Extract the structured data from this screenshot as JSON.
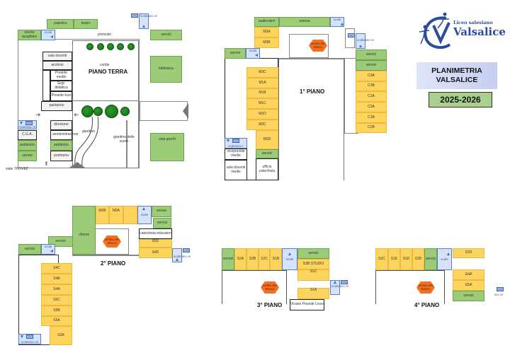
{
  "title": {
    "line1": "PLANIMETRIA",
    "line2": "VALSALICE",
    "year": "2025-2026",
    "logo_small": "Liceo salesiano",
    "logo_big": "Valsalice"
  },
  "colors": {
    "room_green": "#9ccc78",
    "room_yellow": "#fdd55e",
    "stairs_blue": "#d6e2f5",
    "tomb_orange": "#f47020",
    "title_box": "#c6cff0",
    "year_box": "#a9d08e"
  },
  "ground_floor": {
    "title": "PIANO TERRA",
    "courtyard": "cortile",
    "porticato": "porticato",
    "palestra": "palestra",
    "teatro": "teatro",
    "servizi_spogliatoi": "servizi spogliatoi",
    "scale": "scale",
    "scale_asc_top": "scale/asc.re",
    "servizi_right": "servizi",
    "biblioteca": "biblioteca",
    "sala_docenti": "sala docenti",
    "archivio": "archivio",
    "preside_medie": "Preside medie",
    "segr_didattica": "Segr. didattica",
    "preside_licei": "Preside licei",
    "parlatorio_top": "parlatorio",
    "scale_asc_left": "scale/asc.re",
    "cga": "C.G.A.",
    "parlatorio_left": "parlatorio",
    "servizi_left": "servizi",
    "direzione": "direzione",
    "amministrazione": "amministrazione",
    "parlatorio_mid": "parlatorio",
    "portineria": "portineria",
    "giardino": "giardino",
    "giardino_suore": "giardino delle suore",
    "sala_giochi": "sala giochi",
    "viale": "viale THOVEZ"
  },
  "first_floor": {
    "title": "1° PIANO",
    "audiovisivi": "audiovisivi",
    "mensa": "mensa",
    "scale_top": "scale",
    "m3a": "M3A",
    "m3b": "M3B",
    "tomba": "tomba don Bosco",
    "scale_asc": "scale/asc.re",
    "servizi_left": "servizi",
    "scale_left": "scale",
    "servizi_r1": "servizi",
    "servizi_r2": "servizi",
    "left_classes": [
      "M3C",
      "M1A",
      "M1B",
      "M1C",
      "M1D",
      "M2C"
    ],
    "m2d": "M2D",
    "servizi_bottom": "servizi",
    "ufficio_catechista": "ufficio catechista",
    "scale_asc_left": "scale/asc.r",
    "vicepreside_medie": "vicepreside medie",
    "sala_docenti_medie": "sala docenti medie",
    "right_classes": [
      "C3A",
      "C3B",
      "C1A",
      "C2A",
      "C1B",
      "C2B"
    ]
  },
  "second_floor": {
    "title": "2° PIANO",
    "servizi_left": "servizi",
    "scale_left": "scale",
    "servizi_mid": "servizi",
    "chiesa": "chiesa",
    "top_classes": [
      "M2B",
      "M2A",
      ""
    ],
    "scale_top": "scale",
    "servizi_r1": "servizi",
    "servizi_r2": "servizi",
    "catechista_educatori": "catechista educatori",
    "s5d": "S5D",
    "s4d": "S4D",
    "scale_asc": "scale/asc.re",
    "tomba": "tomba don Bosco",
    "left_classes": [
      "S4C",
      "S4B",
      "S4A",
      "S5C",
      "S5B",
      "S5A"
    ],
    "s3a": "S3A",
    "scale_asc_bottom": "scale/asc.re"
  },
  "third_floor": {
    "title": "3° PIANO",
    "servizi_left": "servizi",
    "top_classes": [
      "S2A",
      "S2B",
      "S2C",
      "S1B"
    ],
    "scale": "scale",
    "servizi_right": "servizi",
    "s3b_studio": "S3B STUDIO",
    "s1c": "S1C",
    "s1a": "S1A",
    "scale_asc": "scale/asc.re",
    "tomba": "tomba don Bosco",
    "vicario": "Vicario Preside Liceo"
  },
  "fourth_floor": {
    "title": "4° PIANO",
    "top_classes": [
      "S3C",
      "S1E",
      "S1D",
      "S3D"
    ],
    "servizi": "servizi",
    "scale": "scale",
    "s2d": "S2D",
    "g4a": "G4A",
    "g5a": "G5A",
    "servizi_bottom": "servizi",
    "asc": "asc.re",
    "tomba": "tomba don Bosco"
  }
}
